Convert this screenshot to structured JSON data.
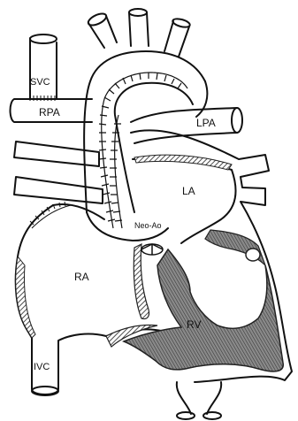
{
  "labels": {
    "svc": "SVC",
    "rpa": "RPA",
    "lpa": "LPA",
    "la": "LA",
    "neo_ao": "Neo-Ao",
    "ra": "RA",
    "rv": "RV",
    "ivc": "IVC"
  },
  "colors": {
    "outline": "#111111",
    "myocardium": "#555555",
    "hatch": "#333333",
    "background": "#ffffff"
  }
}
